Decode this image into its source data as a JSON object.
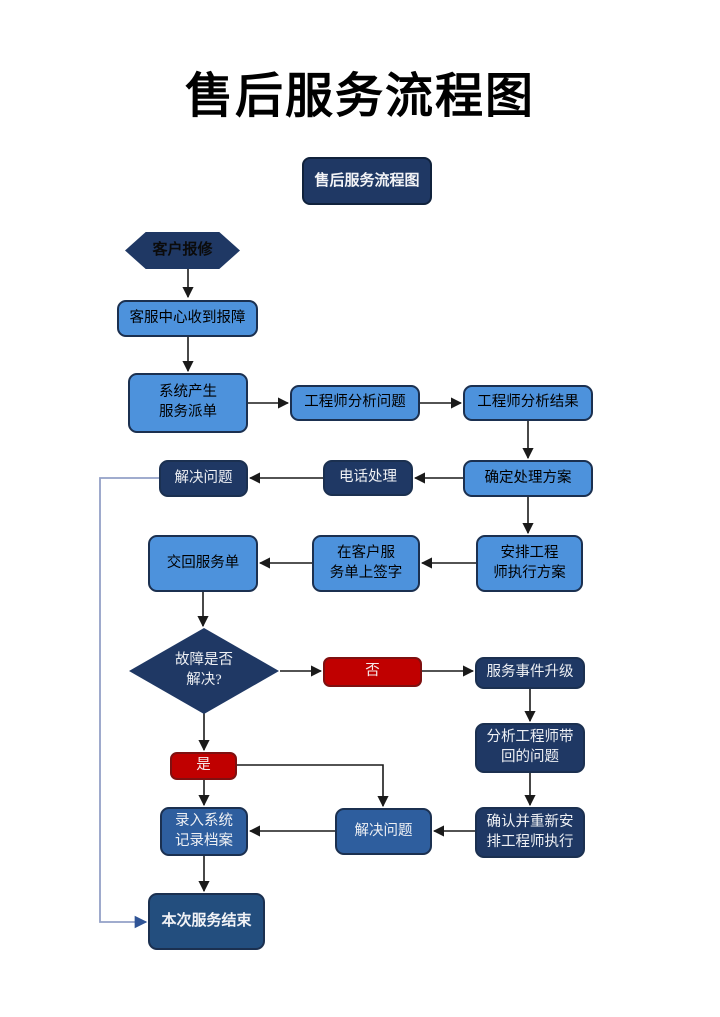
{
  "title": "售后服务流程图",
  "colors": {
    "light_blue": "#4D92DC",
    "navy": "#1F3864",
    "medium_blue": "#2E5E9E",
    "end_blue": "#234E7E",
    "red": "#C00000",
    "red_border": "#7F1010",
    "connector_black": "#1a1a1a",
    "loop_line": "#93A1C7",
    "loop_arrow": "#2F5496",
    "box_border": "#1b3050"
  },
  "nodes": {
    "header_box": "售后服务流程图",
    "customer_report": "客户报修",
    "service_center_receive": "客服中心收到报障",
    "system_generate_order": "系统产生\n服务派单",
    "engineer_analyze_problem": "工程师分析问题",
    "engineer_analyze_result": "工程师分析结果",
    "determine_solution": "确定处理方案",
    "phone_handling": "电话处理",
    "solve_problem_top": "解决问题",
    "arrange_engineer": "安排工程\n师执行方案",
    "sign_service_sheet": "在客户服\n务单上签字",
    "return_service_sheet": "交回服务单",
    "fault_resolved_decision": "故障是否\n解决?",
    "no_label": "否",
    "yes_label": "是",
    "service_escalation": "服务事件升级",
    "analyze_brought_back": "分析工程师带\n回的问题",
    "confirm_rearrange": "确认并重新安\n排工程师执行",
    "solve_problem_bottom": "解决问题",
    "record_to_system": "录入系统\n记录档案",
    "service_end": "本次服务结束"
  }
}
